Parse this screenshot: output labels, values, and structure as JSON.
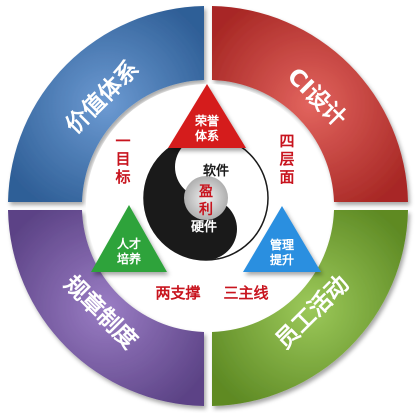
{
  "quadrants": {
    "top_left": {
      "label": "价值体系",
      "color": "#3a6fa8"
    },
    "top_right": {
      "label": "CI设计",
      "color": "#b8322e"
    },
    "bottom_left": {
      "label": "规章制度",
      "color": "#6b4f96"
    },
    "bottom_right": {
      "label": "员工活动",
      "color": "#6e9a2e"
    }
  },
  "triangles": {
    "top": {
      "line1": "荣誉",
      "line2": "体系",
      "color": "#d51f1f"
    },
    "left": {
      "line1": "人才",
      "line2": "培养",
      "color": "#2fa33a"
    },
    "right": {
      "line1": "管理",
      "line2": "提升",
      "color": "#2a8fe0"
    }
  },
  "labels": {
    "goal": [
      "一",
      "目",
      "标"
    ],
    "four_layers": [
      "四",
      "层",
      "面"
    ],
    "two_supports": "两支撑",
    "three_lines": "三主线"
  },
  "yinyang": {
    "software": "软件",
    "hardware": "硬件",
    "center_line1": "盈",
    "center_line2": "利"
  }
}
